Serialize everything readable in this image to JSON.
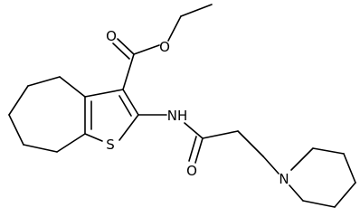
{
  "molecule": {
    "atoms": {
      "ester_o_carbonyl": "O",
      "ester_o_ether": "O",
      "thiophene_s": "S",
      "amide_nh": "NH",
      "amide_o": "O",
      "piperidine_n": "N"
    }
  }
}
